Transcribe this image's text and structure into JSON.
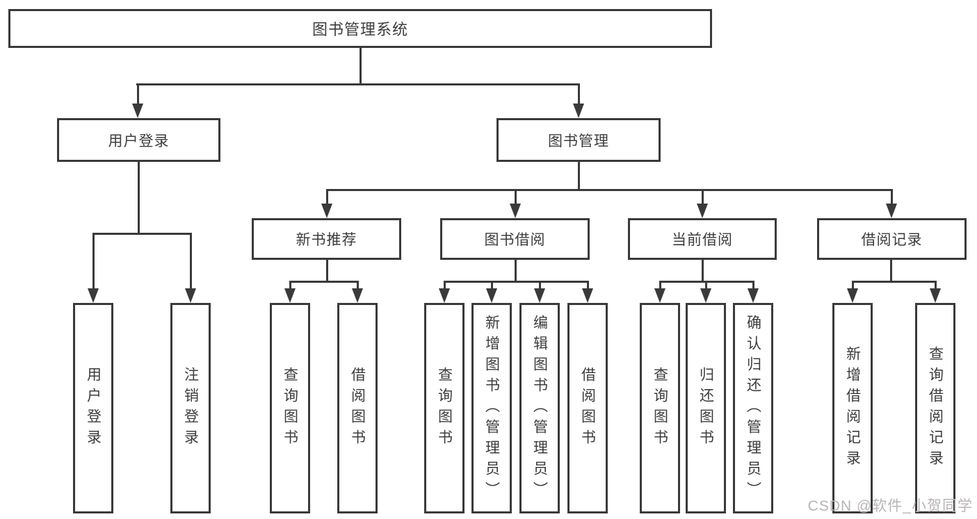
{
  "tree": {
    "root": {
      "label": "图书管理系统"
    },
    "branches": [
      {
        "label": "用户登录",
        "leaves": [
          "用户登录",
          "注销登录"
        ]
      },
      {
        "label": "图书管理",
        "children": [
          {
            "label": "新书推荐",
            "leaves": [
              "查询图书",
              "借阅图书"
            ]
          },
          {
            "label": "图书借阅",
            "leaves": [
              "查询图书",
              "新增图书（管理员）",
              "编辑图书（管理员）",
              "借阅图书"
            ]
          },
          {
            "label": "当前借阅",
            "leaves": [
              "查询图书",
              "归还图书",
              "确认归还（管理员）"
            ]
          },
          {
            "label": "借阅记录",
            "leaves": [
              "新增借阅记录",
              "查询借阅记录"
            ]
          }
        ]
      }
    ]
  },
  "watermark": {
    "text": "CSDN @软件_小贺同学"
  },
  "colors": {
    "line": "#3a3a3a",
    "text": "#3c3c3c",
    "watermark": "#b8b4b4",
    "background": "#ffffff"
  }
}
